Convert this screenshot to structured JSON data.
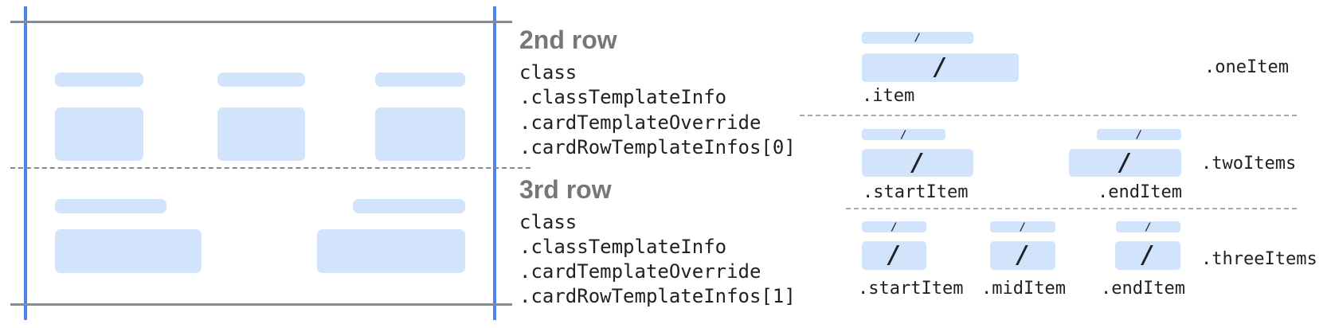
{
  "colors": {
    "placeholder_bar": "#d2e3fc",
    "crop_line_blue": "#4b84f2",
    "edge_line_gray": "#878c91",
    "divider_dash_gray": "#9aa0a6",
    "heading_gray": "#76777a",
    "code_text": "#202124"
  },
  "slash": "/",
  "annotations": {
    "row2": {
      "heading": "2nd row",
      "code": [
        "class",
        ".classTemplateInfo",
        ".cardTemplateOverride",
        ".cardRowTemplateInfos[0]"
      ]
    },
    "row3": {
      "heading": "3rd row",
      "code": [
        "class",
        ".classTemplateInfo",
        ".cardTemplateOverride",
        ".cardRowTemplateInfos[1]"
      ]
    }
  },
  "diagram": {
    "one": {
      "container_label": ".oneItem",
      "items": [
        {
          "label": ".item"
        }
      ]
    },
    "two": {
      "container_label": ".twoItems",
      "items": [
        {
          "label": ".startItem"
        },
        {
          "label": ".endItem"
        }
      ]
    },
    "three": {
      "container_label": ".threeItems",
      "items": [
        {
          "label": ".startItem"
        },
        {
          "label": ".midItem"
        },
        {
          "label": ".endItem"
        }
      ]
    }
  }
}
